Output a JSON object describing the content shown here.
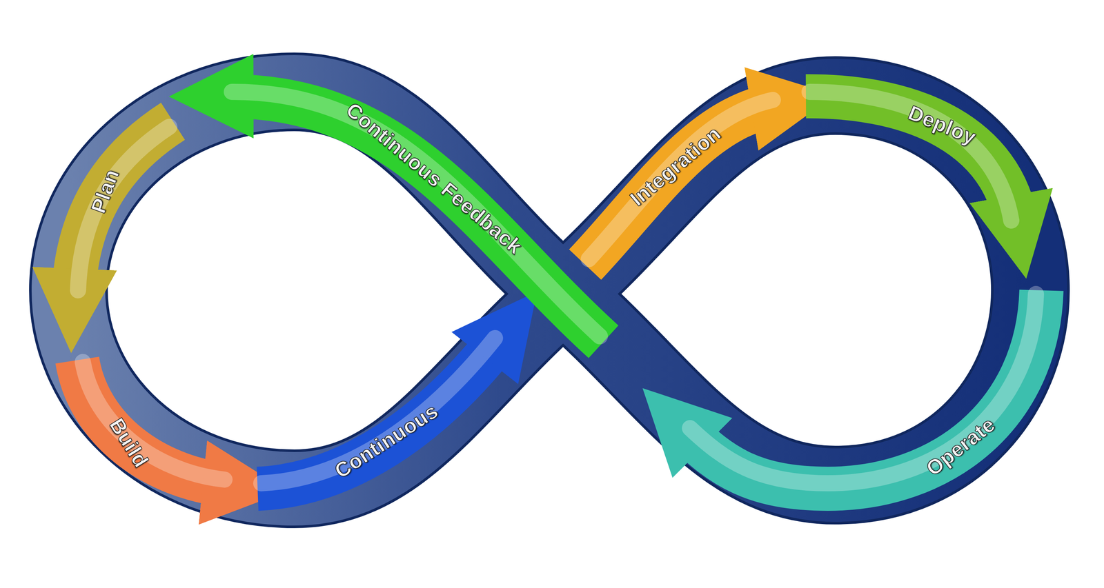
{
  "diagram": {
    "nodes": [
      {
        "text": [
          "Plan"
        ]
      },
      {
        "text": [
          "Build"
        ]
      },
      {
        "text": [
          "Continuous"
        ]
      },
      {
        "text": [
          "Continuous Feedback"
        ]
      },
      {
        "text": [
          "Integration"
        ]
      },
      {
        "text": [
          "Deploy"
        ]
      },
      {
        "text": [
          "Operate"
        ]
      }
    ]
  }
}
